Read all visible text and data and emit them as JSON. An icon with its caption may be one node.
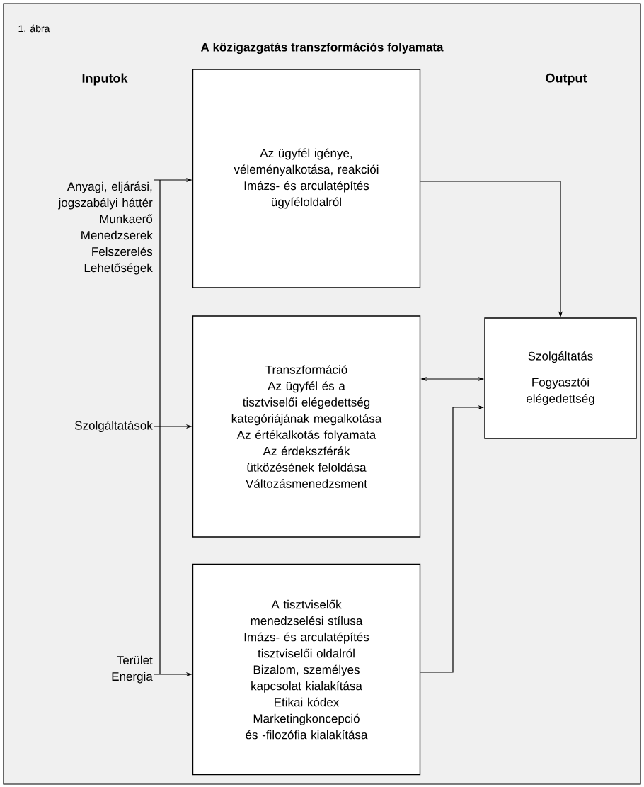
{
  "diagram": {
    "title": "A közigazgatás transzformációs folyamata",
    "nodes": [
      {
        "text": [
          "Anyagi, eljárási, jogszabályi háttér",
          "Munkaerő",
          "Menedzserek",
          "Felszerelés",
          "Lehetőségek"
        ]
      },
      {
        "text": [
          "Szolgáltatások"
        ]
      },
      {
        "text": [
          "Terület",
          "Energia"
        ]
      },
      {
        "text": [
          "Az ügyfél igénye, véleményalkotása, reakciói",
          "Imázs- és arculatépítés ügyféloldalról"
        ]
      },
      {
        "text": [
          "Transzformáció",
          "Az ügyfél és a tisztviselői elégedettség kategóriájának megalkotása",
          "Az értékalkotás folyamata",
          "Az érdekszférák ütközésének feloldása",
          "Változásmenedzsment"
        ]
      },
      {
        "text": [
          "A tisztviselők menedzselési stílusa",
          "Imázs- és arculatépítés tisztviselői oldalról",
          "Bizalom, személyes kapcsolat kialakítása",
          "Etikai kódex",
          "Marketingkoncepció és -filozófia kialakítása"
        ]
      },
      {
        "text": [
          "Szolgáltatás",
          "Fogyasztói elégedettség"
        ]
      }
    ],
    "edges": [
      {
        "from": 0,
        "to": 3,
        "arrow": "to"
      },
      {
        "from": 1,
        "to": 4,
        "arrow": "to"
      },
      {
        "from": 2,
        "to": 5,
        "arrow": "to"
      },
      {
        "from": 3,
        "to": 6,
        "arrow": "to"
      },
      {
        "from": 4,
        "to": 6,
        "arrow": "both"
      },
      {
        "from": 5,
        "to": 6,
        "arrow": "to"
      }
    ],
    "labels": [
      "1. ábra",
      "Inputok",
      "Output"
    ]
  }
}
